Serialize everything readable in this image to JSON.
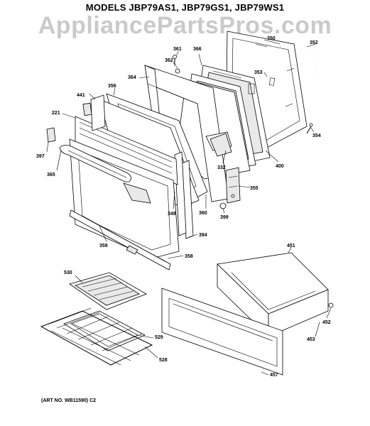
{
  "title": "MODELS JBP79AS1, JBP79GS1, JBP79WS1",
  "watermark": "AppliancePartsPros.com",
  "art_number": "(ART NO. WB11590) C2",
  "callouts": [
    "350",
    "352",
    "361",
    "366",
    "362",
    "364",
    "353",
    "441",
    "356",
    "221",
    "354",
    "397",
    "400",
    "332",
    "365",
    "355",
    "349",
    "360",
    "399",
    "394",
    "359",
    "358",
    "451",
    "530",
    "452",
    "529",
    "453",
    "528",
    "457"
  ]
}
